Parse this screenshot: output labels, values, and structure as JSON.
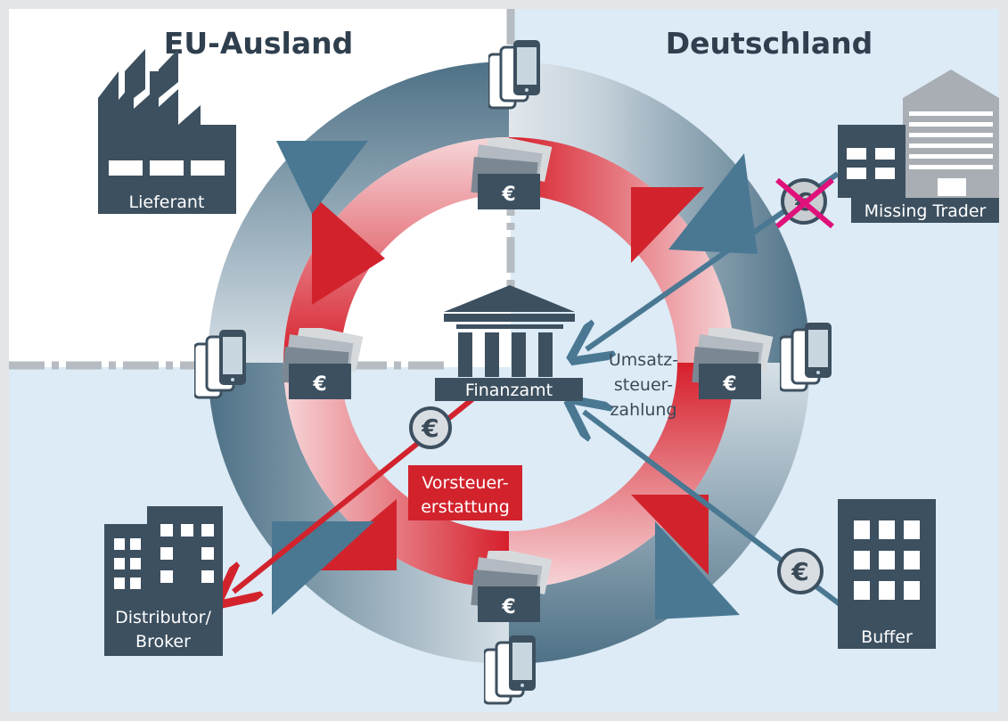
{
  "regions": {
    "left_title": "EU-Ausland",
    "right_title": "Deutschland"
  },
  "actors": {
    "lieferant": "Lieferant",
    "missing_trader": "Missing Trader",
    "distributor_line1": "Distributor/",
    "distributor_line2": "Broker",
    "buffer": "Buffer",
    "finanzamt": "Finanzamt"
  },
  "flows": {
    "tax_payment_line1": "Umsatz-",
    "tax_payment_line2": "steuer-",
    "tax_payment_line3": "zahlung",
    "refund_line1": "Vorsteuer-",
    "refund_line2": "erstattung",
    "currency_symbol": "€"
  },
  "colors": {
    "background_gray": "#e4e5e7",
    "domestic_blue": "#dcebf6",
    "foreign_white": "#ffffff",
    "dark_slate": "#3d5060",
    "arrow_blue": "#4a7893",
    "accent_red": "#d2232d",
    "cross_magenta": "#e0117a"
  },
  "icons": {
    "factory": "factory-icon",
    "warehouse": "warehouse-icon",
    "office": "office-building-icon",
    "bank": "bank-icon",
    "phone": "smartphone-stack-icon",
    "money": "banknote-stack-icon",
    "coin": "euro-coin-icon"
  }
}
